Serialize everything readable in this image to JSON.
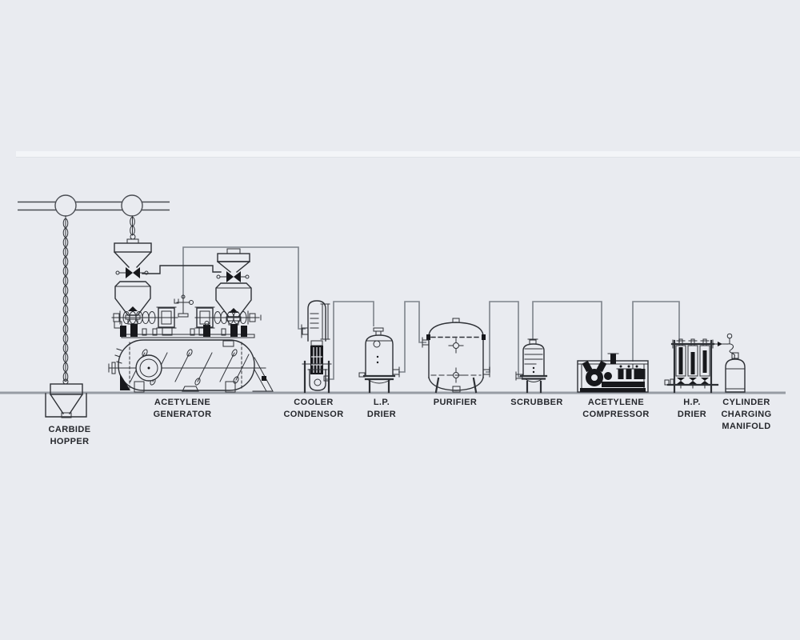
{
  "colors": {
    "background": "#e9ebf0",
    "equipment_line": "#2e3136",
    "dark_fill": "#17181c",
    "pipe_line": "#7e838b",
    "rail_line": "#4a4d53",
    "ground_line": "#979ca4",
    "label_text": "#26282d"
  },
  "diagram": {
    "equipment": [
      {
        "id": "carbide-hopper",
        "label": [
          "CARBIDE",
          "HOPPER"
        ]
      },
      {
        "id": "acetylene-generator",
        "label": [
          "ACETYLENE",
          "GENERATOR"
        ]
      },
      {
        "id": "cooler-condensor",
        "label": [
          "COOLER",
          "CONDENSOR"
        ]
      },
      {
        "id": "lp-drier",
        "label": [
          "L.P.",
          "DRIER"
        ]
      },
      {
        "id": "purifier",
        "label": [
          "PURIFIER"
        ]
      },
      {
        "id": "scrubber",
        "label": [
          "SCRUBBER"
        ]
      },
      {
        "id": "acetylene-compressor",
        "label": [
          "ACETYLENE",
          "COMPRESSOR"
        ]
      },
      {
        "id": "hp-drier",
        "label": [
          "H.P.",
          "DRIER"
        ]
      },
      {
        "id": "cylinder-charging-manifold",
        "label": [
          "CYLINDER",
          "CHARGING",
          "MANIFOLD"
        ]
      }
    ]
  }
}
